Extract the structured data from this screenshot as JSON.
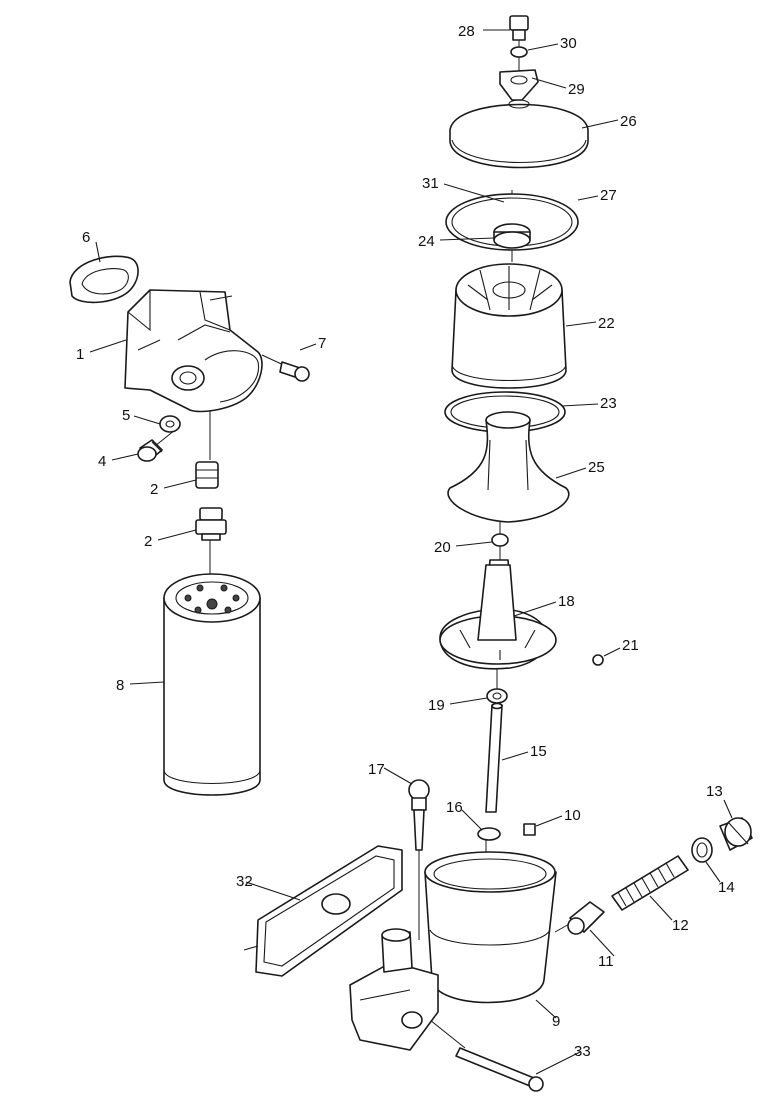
{
  "parts": [
    {
      "id": "part-1",
      "label": "1"
    },
    {
      "id": "part-2a",
      "label": "2"
    },
    {
      "id": "part-2b",
      "label": "2"
    },
    {
      "id": "part-4",
      "label": "4"
    },
    {
      "id": "part-5",
      "label": "5"
    },
    {
      "id": "part-6",
      "label": "6"
    },
    {
      "id": "part-7",
      "label": "7"
    },
    {
      "id": "part-8",
      "label": "8"
    },
    {
      "id": "part-9",
      "label": "9"
    },
    {
      "id": "part-10",
      "label": "10"
    },
    {
      "id": "part-11",
      "label": "11"
    },
    {
      "id": "part-12",
      "label": "12"
    },
    {
      "id": "part-13",
      "label": "13"
    },
    {
      "id": "part-14",
      "label": "14"
    },
    {
      "id": "part-15",
      "label": "15"
    },
    {
      "id": "part-16",
      "label": "16"
    },
    {
      "id": "part-17",
      "label": "17"
    },
    {
      "id": "part-18",
      "label": "18"
    },
    {
      "id": "part-19",
      "label": "19"
    },
    {
      "id": "part-20",
      "label": "20"
    },
    {
      "id": "part-21",
      "label": "21"
    },
    {
      "id": "part-22",
      "label": "22"
    },
    {
      "id": "part-23",
      "label": "23"
    },
    {
      "id": "part-24",
      "label": "24"
    },
    {
      "id": "part-25",
      "label": "25"
    },
    {
      "id": "part-26",
      "label": "26"
    },
    {
      "id": "part-27",
      "label": "27"
    },
    {
      "id": "part-28",
      "label": "28"
    },
    {
      "id": "part-29",
      "label": "29"
    },
    {
      "id": "part-30",
      "label": "30"
    },
    {
      "id": "part-31",
      "label": "31"
    },
    {
      "id": "part-32",
      "label": "32"
    },
    {
      "id": "part-33",
      "label": "33"
    }
  ]
}
